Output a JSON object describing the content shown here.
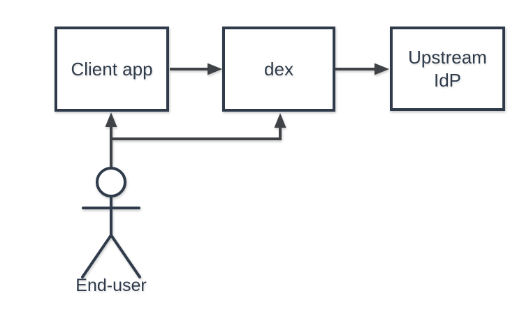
{
  "diagram": {
    "kind": "flow-diagram",
    "background": "#ffffff",
    "nodes": [
      {
        "id": "client-app",
        "type": "box",
        "label": "Client app"
      },
      {
        "id": "dex",
        "type": "box",
        "label": "dex"
      },
      {
        "id": "upstream-idp",
        "type": "box",
        "label": "Upstream\nIdP"
      },
      {
        "id": "end-user",
        "type": "actor-stick-figure",
        "label": "End-user"
      }
    ],
    "edges": [
      {
        "from": "client-app",
        "to": "dex",
        "style": "arrow-right"
      },
      {
        "from": "dex",
        "to": "upstream-idp",
        "style": "arrow-right"
      },
      {
        "from": "end-user",
        "to": "client-app",
        "style": "arrow-up"
      },
      {
        "from": "end-user",
        "to": "dex",
        "style": "arrow-up-elbow"
      }
    ],
    "colors": {
      "node_stroke": "#2f3b4a",
      "node_fill": "#ffffff",
      "edge_stroke": "#3f4246",
      "text": "#2f3b4a"
    }
  }
}
